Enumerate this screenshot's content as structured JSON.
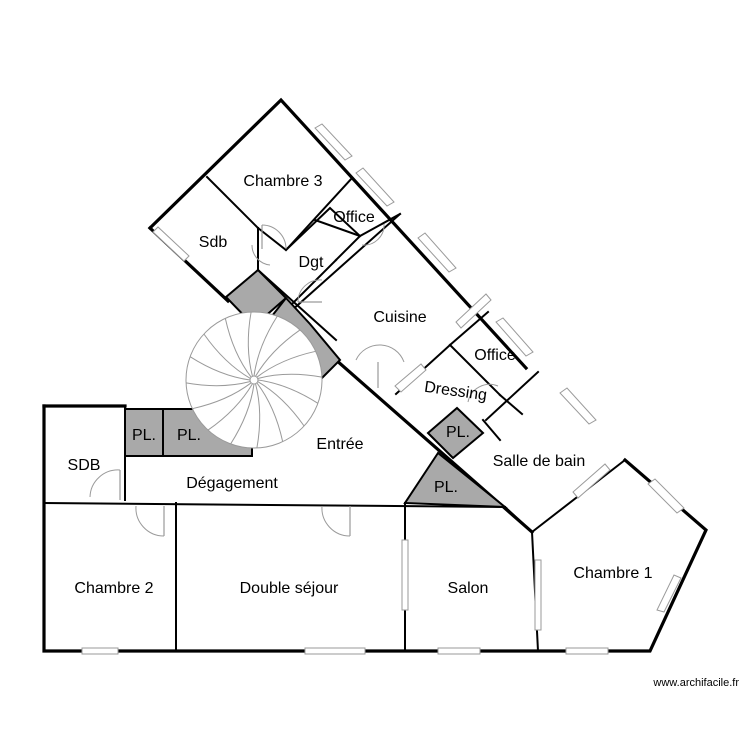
{
  "rooms": {
    "chambre3": "Chambre 3",
    "office_top": "Office",
    "sdb_top": "Sdb",
    "dgt": "Dgt",
    "cuisine": "Cuisine",
    "office_mid": "Office",
    "dressing": "Dressing",
    "salle_de_bain": "Salle de bain",
    "pl_right": "PL.",
    "pl_triangle": "PL.",
    "pl_left1": "PL.",
    "pl_left2": "PL.",
    "entree": "Entrée",
    "sdb_left": "SDB",
    "degagement": "Dégagement",
    "chambre2": "Chambre 2",
    "double_sejour": "Double séjour",
    "salon": "Salon",
    "chambre1": "Chambre 1"
  },
  "credit": "www.archifacile.fr",
  "colors": {
    "wall": "#000000",
    "placard": "#a9a9a9",
    "fixture": "#9a9a9a",
    "background": "#ffffff"
  }
}
